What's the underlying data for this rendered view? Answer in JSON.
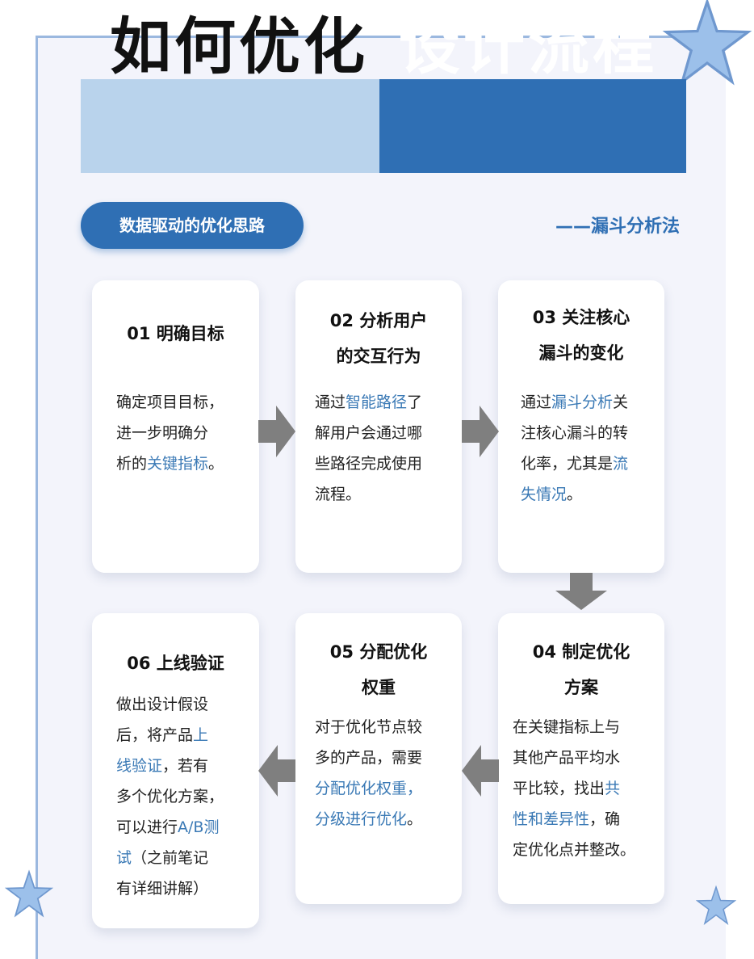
{
  "title": {
    "left": "如何优化",
    "right": "设计流程"
  },
  "pill": "数据驱动的优化思路",
  "subtitle": "——漏斗分析法",
  "colors": {
    "accent": "#2f6fb4",
    "light": "#b9d3ec",
    "highlight": "#3a79b5"
  },
  "cards": [
    {
      "title": [
        "01 明确目标"
      ],
      "lines": [
        [
          {
            "t": "确定项目目标，"
          }
        ],
        [
          {
            "t": "进一步明确分"
          }
        ],
        [
          {
            "t": "析的"
          },
          {
            "t": "关键指标",
            "h": true
          },
          {
            "t": "。"
          }
        ]
      ]
    },
    {
      "title": [
        "02 分析用户",
        "的交互行为"
      ],
      "lines": [
        [
          {
            "t": "通过"
          },
          {
            "t": "智能路径",
            "h": true
          },
          {
            "t": "了"
          }
        ],
        [
          {
            "t": "解用户会通过哪"
          }
        ],
        [
          {
            "t": "些路径完成使用"
          }
        ],
        [
          {
            "t": "流程。"
          }
        ]
      ]
    },
    {
      "title": [
        "03 关注核心",
        "漏斗的变化"
      ],
      "lines": [
        [
          {
            "t": "通过"
          },
          {
            "t": "漏斗分析",
            "h": true
          },
          {
            "t": "关"
          }
        ],
        [
          {
            "t": "注核心漏斗的转"
          }
        ],
        [
          {
            "t": "化率，尤其是"
          },
          {
            "t": "流",
            "h": true
          }
        ],
        [
          {
            "t": "失情况",
            "h": true
          },
          {
            "t": "。"
          }
        ]
      ]
    },
    {
      "title": [
        "04 制定优化",
        "方案"
      ],
      "lines": [
        [
          {
            "t": "在关键指标上与"
          }
        ],
        [
          {
            "t": "其他产品平均水"
          }
        ],
        [
          {
            "t": "平比较，找出"
          },
          {
            "t": "共",
            "h": true
          }
        ],
        [
          {
            "t": "性和差异性",
            "h": true
          },
          {
            "t": "，确"
          }
        ],
        [
          {
            "t": "定优化点并整改。"
          }
        ]
      ]
    },
    {
      "title": [
        "05 分配优化",
        "权重"
      ],
      "lines": [
        [
          {
            "t": "对于优化节点较"
          }
        ],
        [
          {
            "t": "多的产品，需要"
          }
        ],
        [
          {
            "t": "分配优化权重，",
            "h": true
          }
        ],
        [
          {
            "t": "分级进行优化",
            "h": true
          },
          {
            "t": "。"
          }
        ]
      ]
    },
    {
      "title": [
        "06 上线验证"
      ],
      "lines": [
        [
          {
            "t": "做出设计假设"
          }
        ],
        [
          {
            "t": "后，将产品"
          },
          {
            "t": "上",
            "h": true
          }
        ],
        [
          {
            "t": "线验证",
            "h": true
          },
          {
            "t": "，若有"
          }
        ],
        [
          {
            "t": "多个优化方案，"
          }
        ],
        [
          {
            "t": "可以进行"
          },
          {
            "t": "A/B测",
            "h": true
          }
        ],
        [
          {
            "t": "试",
            "h": true
          },
          {
            "t": "（之前笔记"
          }
        ],
        [
          {
            "t": "有详细讲解）"
          }
        ]
      ]
    }
  ]
}
